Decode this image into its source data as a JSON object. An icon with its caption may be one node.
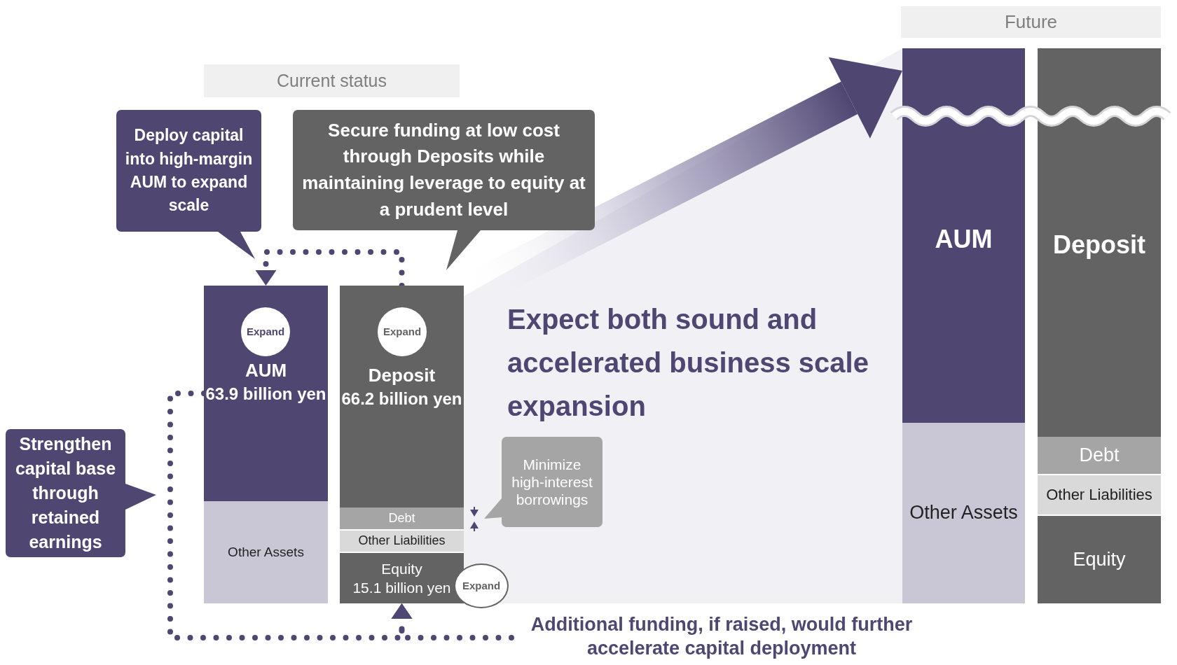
{
  "diagram": {
    "nodes": [
      {
        "text": [
          "Current status"
        ]
      },
      {
        "text": [
          "Deploy capital into high-margin AUM to expand scale"
        ]
      },
      {
        "text": [
          "Secure funding at low cost through Deposits while maintaining leverage to equity at a prudent level"
        ]
      },
      {
        "text": [
          "AUM",
          "63.9 billion yen"
        ]
      },
      {
        "text": [
          "Expand"
        ],
        "in": 3
      },
      {
        "text": [
          "Other Assets"
        ]
      },
      {
        "text": [
          "Deposit",
          "66.2 billion yen"
        ]
      },
      {
        "text": [
          "Expand"
        ],
        "in": 6
      },
      {
        "text": [
          "Debt"
        ]
      },
      {
        "text": [
          "Other Liabilities"
        ]
      },
      {
        "text": [
          "Equity",
          "15.1 billion yen"
        ]
      },
      {
        "text": [
          "Expand"
        ]
      },
      {
        "text": [
          "Strengthen capital base through retained earnings"
        ]
      },
      {
        "text": [
          "Minimize high-interest borrowings"
        ]
      },
      {
        "text": [
          "Additional funding, if raised, would further accelerate capital deployment"
        ]
      },
      {
        "text": [
          "Future"
        ]
      },
      {
        "text": [
          "AUM"
        ]
      },
      {
        "text": [
          "Other Assets"
        ]
      },
      {
        "text": [
          "Deposit"
        ]
      },
      {
        "text": [
          "Debt"
        ]
      },
      {
        "text": [
          "Other Liabilities"
        ]
      },
      {
        "text": [
          "Equity"
        ]
      },
      {
        "text": [],
        "shape": "arrow"
      }
    ],
    "edges": [
      {
        "from": 6,
        "to": 3,
        "arrow": "to",
        "style": "dashed"
      },
      {
        "from": 3,
        "to": 10,
        "arrow": "to",
        "style": "dashed"
      },
      {
        "from": 14,
        "to": 10,
        "arrow": "to",
        "style": "dashed"
      },
      {
        "from": 6,
        "to": 16,
        "arrow": "to",
        "style": "thick"
      }
    ],
    "labels": [
      "Expect both sound and accelerated business scale expansion"
    ]
  }
}
